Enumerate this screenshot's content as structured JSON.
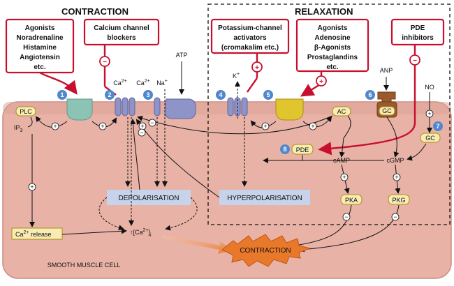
{
  "headers": {
    "contraction": "CONTRACTION",
    "relaxation": "RELAXATION"
  },
  "boxes": {
    "agonists_contract": [
      "Agonists",
      "Noradrenaline",
      "Histamine",
      "Angiotensin",
      "etc."
    ],
    "calcium_blockers": [
      "Calcium channel",
      "blockers"
    ],
    "potassium_activators": [
      "Potassium-channel",
      "activators",
      "(cromakalim etc.)"
    ],
    "agonists_relax": [
      "Agonists",
      "Adenosine",
      "β-Agonists",
      "Prostaglandins",
      "etc."
    ],
    "pde_inhibitors": [
      "PDE",
      "inhibitors"
    ]
  },
  "signs": {
    "plus": "+",
    "minus": "−"
  },
  "labels": {
    "ca": "Ca",
    "ca_sup": "2+",
    "na": "Na",
    "na_sup": "+",
    "atp": "ATP",
    "k": "K",
    "k_sup": "+",
    "anp": "ANP",
    "no": "NO",
    "plc": "PLC",
    "ip": "IP",
    "ip_sub": "3",
    "ac": "AC",
    "gc1": "GC",
    "gc2": "GC",
    "pde": "PDE",
    "camp": "cAMP",
    "cgmp": "cGMP",
    "pka": "PKA",
    "pkg": "PKG",
    "depolarisation": "DEPOLARISATION",
    "hyperpolarisation": "HYPERPOLARISATION",
    "ca_release_pre": "Ca",
    "ca_release_sup": "2+",
    "ca_release_post": " release",
    "ca_i_arrow": "↑",
    "ca_i_open": "[Ca",
    "ca_i_sup": "2+",
    "ca_i_close": "]",
    "ca_i_sub": "i",
    "contraction": "CONTRACTION",
    "cell": "SMOOTH MUSCLE CELL"
  },
  "numbers": [
    "1",
    "2",
    "3",
    "4",
    "5",
    "6",
    "7",
    "8"
  ],
  "colors": {
    "cell_fill": "#e8b2a6",
    "cell_stroke": "#c98d80",
    "membrane": "#dba095",
    "box_border": "#c8102e",
    "receptor_teal": "#8cc3b4",
    "channel_purple": "#8e94c8",
    "channel_yellow": "#e1c52e",
    "gc_brown": "#9b5a2b",
    "circle_blue": "#4f88cd",
    "label_box": "#f8ebb4",
    "polar_box": "#c6d3ea",
    "star": "#e8782a"
  }
}
